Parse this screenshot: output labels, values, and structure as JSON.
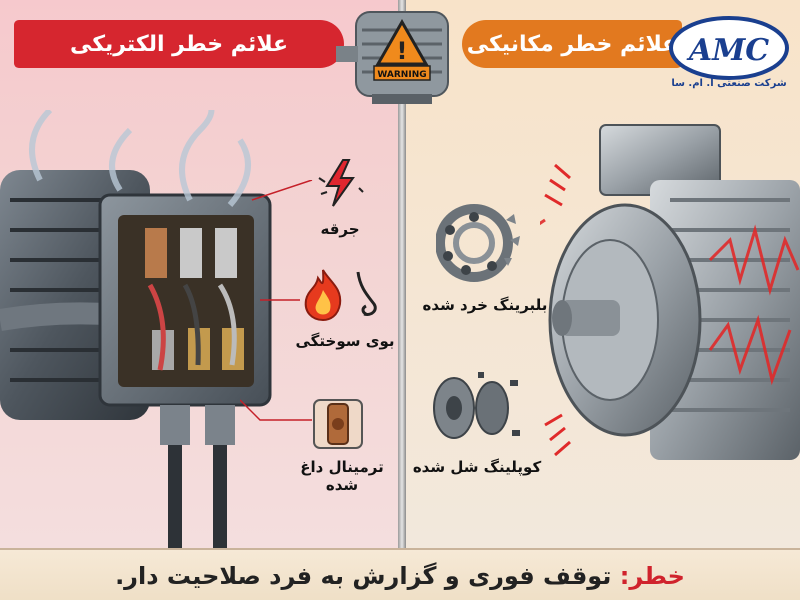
{
  "header": {
    "electrical_title": "علائم خطر الکتریکی",
    "mechanical_title": "علائم خطر مکانیکی"
  },
  "logo": {
    "mark": "AMC",
    "company": "شرکت صنعتی آ. ام. سا"
  },
  "warning_badge": {
    "label": "WARNING"
  },
  "electrical_signs": {
    "spark": "جرقه",
    "burning_smell": "بوی سوختگی",
    "stained_terminal": "ترمینال داغ شده"
  },
  "mechanical_signs": {
    "worn_bearing": "بلبرینگ خرد شده",
    "loose_coupling": "کوپلینگ شل شده"
  },
  "footer": {
    "prefix": "خطر:",
    "message": "توقف فوری و گزارش به فرد صلاحیت دار."
  },
  "colors": {
    "electrical_accent": "#d6262f",
    "mechanical_accent": "#e2791f",
    "brand_blue": "#1a3f8f"
  },
  "icons": [
    "spark-icon",
    "fire-icon",
    "nose-icon",
    "terminal-icon",
    "bearing-icon",
    "coupling-icon",
    "warning-icon"
  ]
}
